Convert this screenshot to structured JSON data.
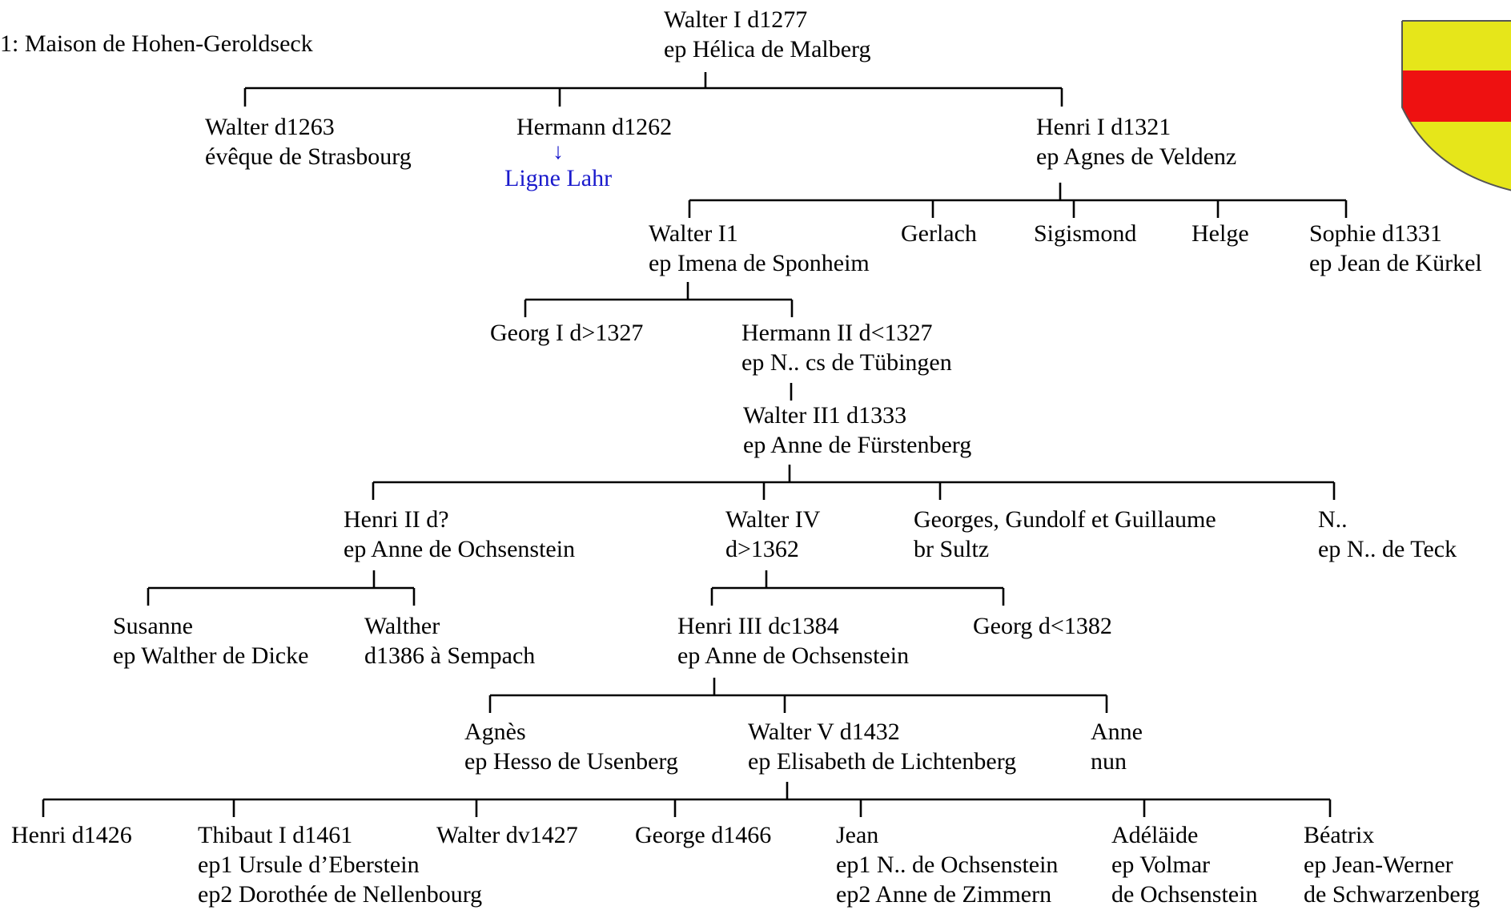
{
  "title": "1: Maison de Hohen-Geroldseck",
  "colors": {
    "link": "#1a1acc",
    "shield_yellow": "#e6e61a",
    "shield_red": "#ee1111"
  },
  "persons": {
    "walter_i": {
      "lines": [
        "Walter I d1277",
        "ep Hélica de Malberg"
      ]
    },
    "walter_1263": {
      "lines": [
        "Walter d1263",
        "évêque de Strasbourg"
      ]
    },
    "hermann_1262": {
      "lines": [
        "Hermann  d1262"
      ]
    },
    "henri_i": {
      "lines": [
        "Henri I d1321",
        "ep Agnes de Veldenz"
      ]
    },
    "walter_i1": {
      "lines": [
        "Walter I1",
        "ep Imena de Sponheim"
      ]
    },
    "gerlach": {
      "lines": [
        "Gerlach"
      ]
    },
    "sigismond": {
      "lines": [
        "Sigismond"
      ]
    },
    "helge": {
      "lines": [
        "Helge"
      ]
    },
    "sophie": {
      "lines": [
        "Sophie d1331",
        "ep Jean de Kürkel"
      ]
    },
    "georg_i": {
      "lines": [
        "Georg I d>1327"
      ]
    },
    "hermann_ii": {
      "lines": [
        "Hermann II d<1327",
        "ep N.. cs de Tübingen"
      ]
    },
    "walter_ii1": {
      "lines": [
        "Walter II1 d1333",
        "ep Anne de Fürstenberg"
      ]
    },
    "henri_ii": {
      "lines": [
        "Henri II d?",
        "ep Anne de Ochsenstein"
      ]
    },
    "walter_iv": {
      "lines": [
        "Walter IV",
        "d>1362"
      ]
    },
    "georges_group": {
      "lines": [
        "Georges, Gundolf et Guillaume",
        "br Sultz"
      ]
    },
    "n_teck": {
      "lines": [
        "N..",
        "ep N.. de Teck"
      ]
    },
    "susanne": {
      "lines": [
        "Susanne",
        "ep Walther de Dicke"
      ]
    },
    "walther_1386": {
      "lines": [
        "Walther",
        "d1386 à Sempach"
      ]
    },
    "henri_iii": {
      "lines": [
        "Henri III dc1384",
        "ep Anne de Ochsenstein"
      ]
    },
    "georg_1382": {
      "lines": [
        "Georg d<1382"
      ]
    },
    "agnes": {
      "lines": [
        "Agnès",
        "ep Hesso de Usenberg"
      ]
    },
    "walter_v": {
      "lines": [
        "Walter V d1432",
        "ep Elisabeth de Lichtenberg"
      ]
    },
    "anne_nun": {
      "lines": [
        "Anne",
        "nun"
      ]
    },
    "henri_1426": {
      "lines": [
        "Henri d1426"
      ]
    },
    "thibaut_i": {
      "lines": [
        "Thibaut I d1461",
        "ep1 Ursule d’Eberstein",
        "ep2 Dorothée de Nellenbourg"
      ]
    },
    "walter_1427": {
      "lines": [
        "Walter dv1427"
      ]
    },
    "george_1466": {
      "lines": [
        "George d1466"
      ]
    },
    "jean": {
      "lines": [
        "Jean",
        "ep1 N.. de Ochsenstein",
        "ep2 Anne de Zimmern"
      ]
    },
    "adelaide": {
      "lines": [
        "Adéläide",
        "ep Volmar",
        "de Ochsenstein"
      ]
    },
    "beatrix": {
      "lines": [
        "Béatrix",
        "ep Jean-Werner",
        "de Schwarzenberg"
      ]
    }
  },
  "link": {
    "label": "Ligne Lahr",
    "arrow": "↓"
  },
  "shield_icon": "coat-of-arms-icon"
}
